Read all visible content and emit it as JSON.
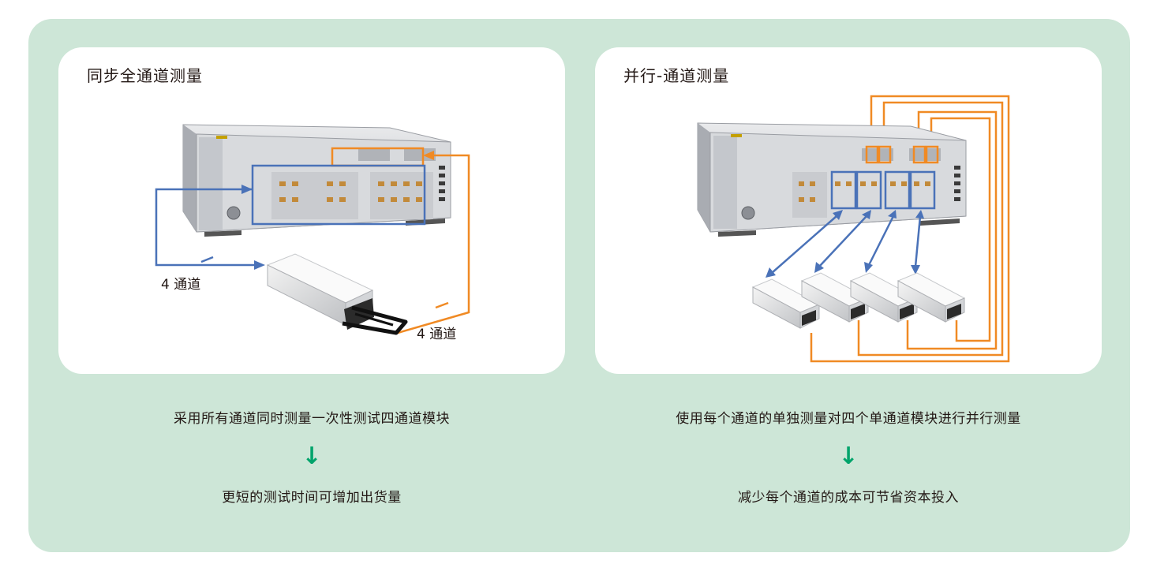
{
  "panels": [
    {
      "title": "同步全通道测量",
      "channel_label_1": "4 通道",
      "channel_label_2": "4 通道",
      "description": "采用所有通道同时测量一次性测试四通道模块",
      "arrow_icon": "arrow-down-icon",
      "benefit": "更短的测试时间可增加出货量"
    },
    {
      "title": "并行-通道测量",
      "description": "使用每个通道的单独测量对四个单通道模块进行并行测量",
      "arrow_icon": "arrow-down-icon",
      "benefit": "减少每个通道的成本可节省资本投入"
    }
  ],
  "colors": {
    "background": "#cde6d7",
    "card": "#ffffff",
    "blue_connection": "#4a72b8",
    "orange_connection": "#f08a24",
    "arrow": "#00a46b"
  }
}
